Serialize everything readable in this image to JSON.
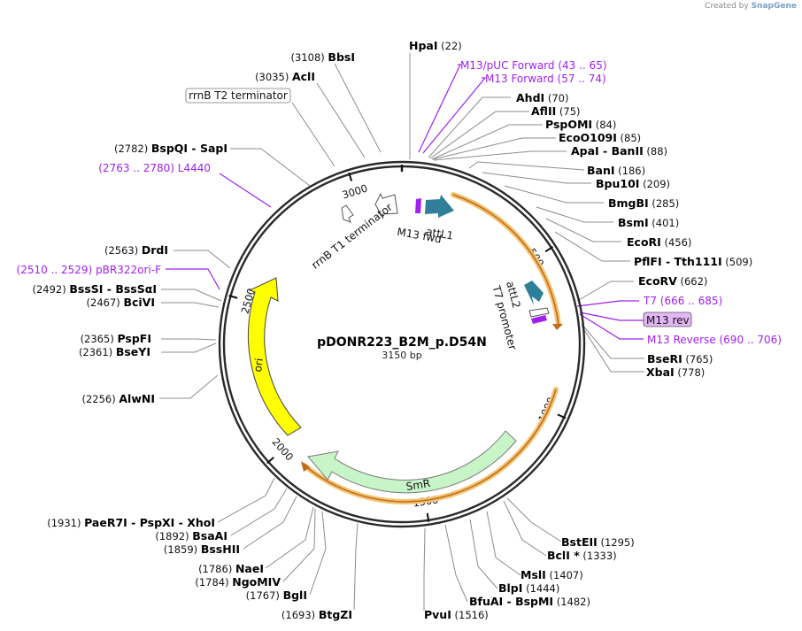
{
  "watermark": {
    "prefix": "Created by",
    "brand": "SnapGene"
  },
  "plasmid": {
    "name": "pDONR223_B2M_p.D54N",
    "length_label": "3150 bp"
  },
  "ticks": [
    "500",
    "1000",
    "1500",
    "2000",
    "2500",
    "3000"
  ],
  "features": {
    "attL1": "attL1",
    "m13_fwd": "M13 fwd",
    "rrnb_t1": "rrnB T1 terminator",
    "rrnb_t2": "rrnB T2 terminator",
    "attL2": "attL2",
    "t7_promoter": "T7 promoter",
    "smr": "SmR",
    "ori": "ori"
  },
  "enzymes_right": [
    {
      "name": "HpaI",
      "pos": "(22)"
    },
    {
      "name": "AhdI",
      "pos": "(70)"
    },
    {
      "name": "AflII",
      "pos": "(75)"
    },
    {
      "name": "PspOMI",
      "pos": "(84)"
    },
    {
      "name": "EcoO109I",
      "pos": "(85)"
    },
    {
      "name": "ApaI  -  BanII",
      "pos": "(88)"
    },
    {
      "name": "BanI",
      "pos": "(186)"
    },
    {
      "name": "Bpu10I",
      "pos": "(209)"
    },
    {
      "name": "BmgBI",
      "pos": "(285)"
    },
    {
      "name": "BsmI",
      "pos": "(401)"
    },
    {
      "name": "EcoRI",
      "pos": "(456)"
    },
    {
      "name": "PflFI  -  Tth111I",
      "pos": "(509)"
    },
    {
      "name": "EcoRV",
      "pos": "(662)"
    },
    {
      "name": "BseRI",
      "pos": "(765)"
    },
    {
      "name": "XbaI",
      "pos": "(778)"
    }
  ],
  "primers_right": [
    {
      "name": "M13/pUC Forward",
      "pos": "(43 .. 65)"
    },
    {
      "name": "M13 Forward",
      "pos": "(57 .. 74)"
    },
    {
      "name": "T7",
      "pos": "(666 .. 685)"
    },
    {
      "name": "M13 rev",
      "pos": ""
    },
    {
      "name": "M13 Reverse",
      "pos": "(690 .. 706)"
    }
  ],
  "enzymes_bottom_right": [
    {
      "name": "BstEII",
      "pos": "(1295)"
    },
    {
      "name": "BclI *",
      "pos": "(1333)"
    },
    {
      "name": "MslI",
      "pos": "(1407)"
    },
    {
      "name": "BlpI",
      "pos": "(1444)"
    },
    {
      "name": "BfuAI  -  BspMI",
      "pos": "(1482)"
    },
    {
      "name": "PvuI",
      "pos": "(1516)"
    }
  ],
  "enzymes_left": [
    {
      "name": "BbsI",
      "pos": "(3108)"
    },
    {
      "name": "AclI",
      "pos": "(3035)"
    },
    {
      "name": "BspQI  -  SapI",
      "pos": "(2782)"
    },
    {
      "name": "DrdI",
      "pos": "(2563)"
    },
    {
      "name": "BssSI  -  BssSαI",
      "pos": "(2492)"
    },
    {
      "name": "BciVI",
      "pos": "(2467)"
    },
    {
      "name": "PspFI",
      "pos": "(2365)"
    },
    {
      "name": "BseYI",
      "pos": "(2361)"
    },
    {
      "name": "AlwNI",
      "pos": "(2256)"
    },
    {
      "name": "PaeR7I  -  PspXI  -  XhoI",
      "pos": "(1931)"
    },
    {
      "name": "BsaAI",
      "pos": "(1892)"
    },
    {
      "name": "BssHII",
      "pos": "(1859)"
    },
    {
      "name": "NaeI",
      "pos": "(1786)"
    },
    {
      "name": "NgoMIV",
      "pos": "(1784)"
    },
    {
      "name": "BglI",
      "pos": "(1767)"
    },
    {
      "name": "BtgZI",
      "pos": "(1693)"
    }
  ],
  "primers_left": [
    {
      "name": "L4440",
      "pos": "(2763 .. 2780)"
    },
    {
      "name": "pBR322ori-F",
      "pos": "(2510 .. 2529)"
    }
  ],
  "colors": {
    "backbone": "#2a2a2a",
    "primer": "#a020f0",
    "attL": "#2f7f9a",
    "smr": "#c8f5c8",
    "ori": "#ffff00",
    "orf_outline": "#f0b050",
    "orf_line": "#c06a1e",
    "m13rev_box": "#e3b6f5"
  }
}
